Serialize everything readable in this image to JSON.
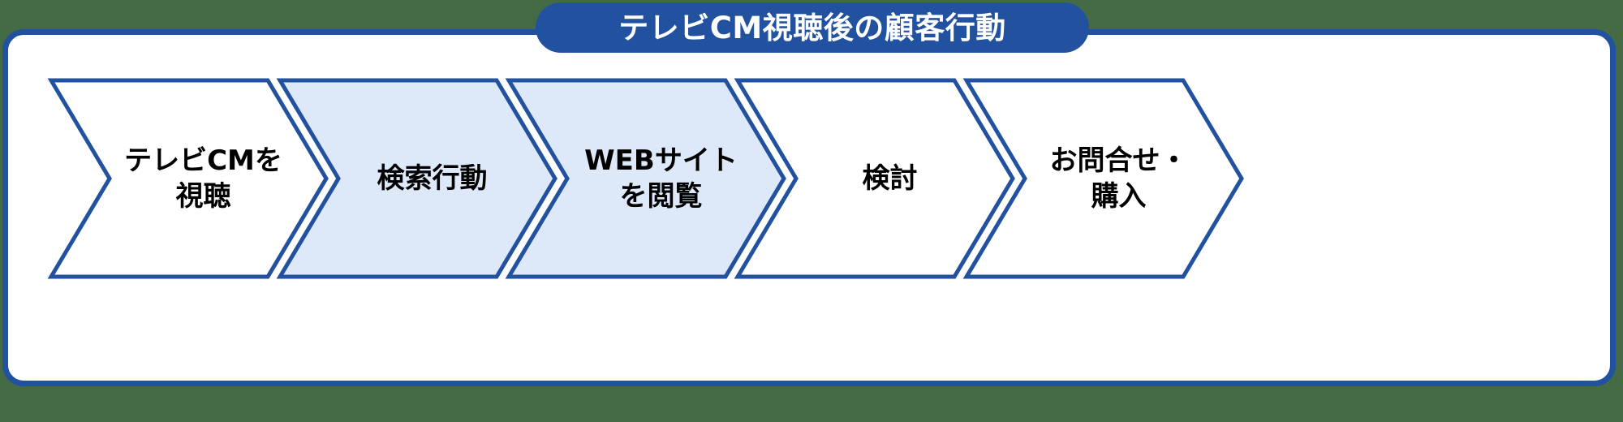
{
  "page": {
    "background_color": "#456b45",
    "card_background": "#ffffff",
    "accent_color": "#21519f",
    "highlight_fill": "#dde8f8",
    "text_color": "#000000"
  },
  "title": {
    "text": "テレビCM視聴後の顧客行動",
    "badge_color": "#21519f",
    "text_color": "#ffffff"
  },
  "flow": {
    "steps": [
      {
        "index": 1,
        "name": "watch-tv-cm",
        "lines": [
          "テレビCMを",
          "視聴"
        ],
        "fill": "#ffffff",
        "stroke": "#21519f",
        "highlighted": false
      },
      {
        "index": 2,
        "name": "search-behavior",
        "lines": [
          "検索行動"
        ],
        "fill": "#dde8f8",
        "stroke": "#21519f",
        "highlighted": true
      },
      {
        "index": 3,
        "name": "browse-website",
        "lines": [
          "WEBサイト",
          "を閲覧"
        ],
        "fill": "#dde8f8",
        "stroke": "#21519f",
        "highlighted": true
      },
      {
        "index": 4,
        "name": "consideration",
        "lines": [
          "検討"
        ],
        "fill": "#ffffff",
        "stroke": "#21519f",
        "highlighted": false
      },
      {
        "index": 5,
        "name": "inquiry-purchase",
        "lines": [
          "お問合せ・",
          "購入"
        ],
        "fill": "#ffffff",
        "stroke": "#21519f",
        "highlighted": false
      }
    ]
  }
}
